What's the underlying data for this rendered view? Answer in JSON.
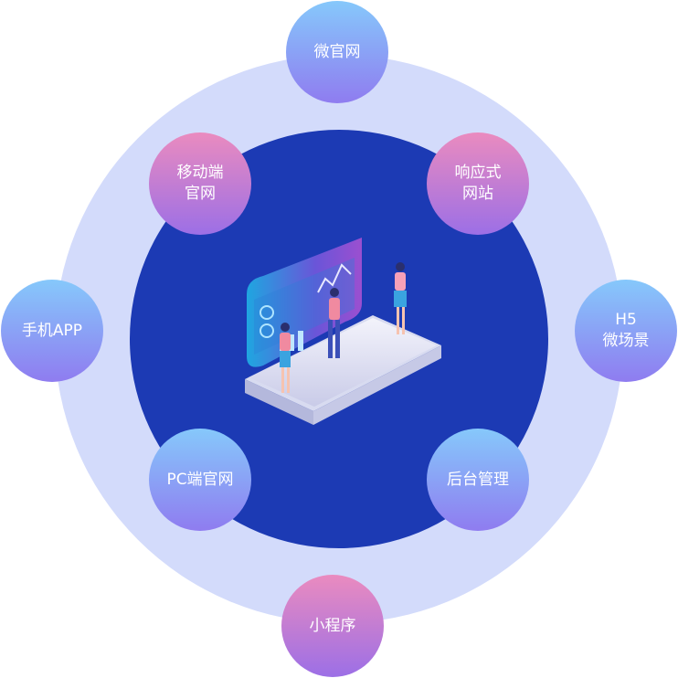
{
  "nodes": [
    {
      "id": "wei-guanwang",
      "label": "微官网",
      "style": "blue"
    },
    {
      "id": "yidong-guanwang",
      "label": "移动端\n官网",
      "style": "pink"
    },
    {
      "id": "xiangyingshi",
      "label": "响应式\n网站",
      "style": "pink"
    },
    {
      "id": "shouji-app",
      "label": "手机APP",
      "style": "blue"
    },
    {
      "id": "h5",
      "label": "H5\n微场景",
      "style": "blue"
    },
    {
      "id": "pc-guanwang",
      "label": "PC端官网",
      "style": "blue"
    },
    {
      "id": "houtai",
      "label": "后台管理",
      "style": "blue"
    },
    {
      "id": "xiaochengxu",
      "label": "小程序",
      "style": "pink"
    }
  ],
  "colors": {
    "outer_ring": "#d3dbfb",
    "inner_circle": "#1c3ab4",
    "node_blue_top": "#86c8fb",
    "node_pink_top": "#ea8bbf",
    "node_bottom": "#8f7cf0"
  }
}
